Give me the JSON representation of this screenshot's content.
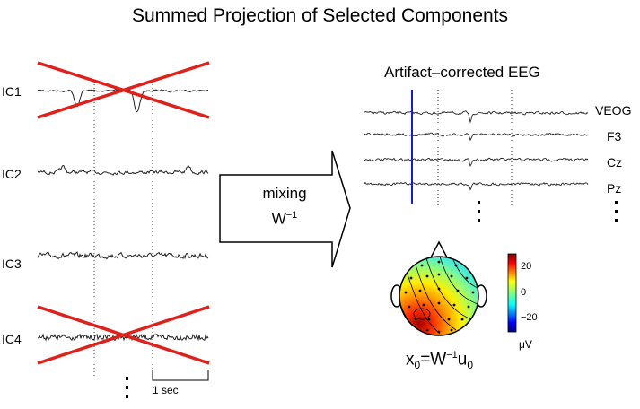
{
  "title": "Summed Projection of Selected Components",
  "corrected_title": "Artifact–corrected EEG",
  "components": [
    {
      "label": "IC1",
      "crossed": true
    },
    {
      "label": "IC2",
      "crossed": false
    },
    {
      "label": "IC3",
      "crossed": false
    },
    {
      "label": "IC4",
      "crossed": true
    }
  ],
  "channels": [
    "VEOG",
    "F3",
    "Cz",
    "Pz"
  ],
  "mixing": {
    "label": "mixing",
    "symbol": "W",
    "exponent": "−1"
  },
  "scale_bar": "1 sec",
  "formula": {
    "x": "x",
    "x_sub": "0",
    "eq": "=W",
    "exp": "−1",
    "u": "u",
    "u_sub": "0"
  },
  "colorbar": {
    "ticks": [
      "20",
      "0",
      "−20"
    ],
    "unit": "μV"
  },
  "colors": {
    "cross": "#e0201a",
    "cursor": "#1a1adf",
    "trace": "#222222"
  }
}
